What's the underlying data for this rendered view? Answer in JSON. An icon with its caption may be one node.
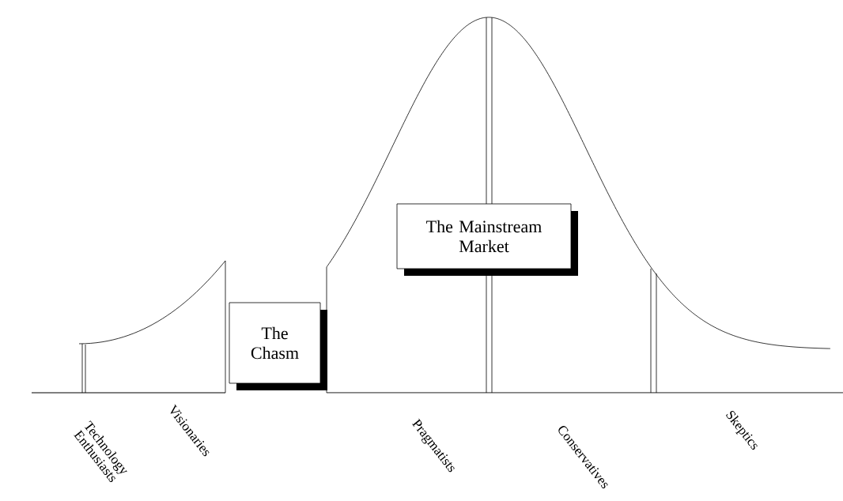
{
  "diagram": {
    "nodes": [
      {
        "text": [
          "The Chasm"
        ]
      },
      {
        "text": [
          "The Mainstream Market"
        ]
      }
    ],
    "labels": [
      "Technology Enthusiasts",
      "Visionaries",
      "Pragmatists",
      "Conservatives",
      "Skeptics"
    ]
  }
}
